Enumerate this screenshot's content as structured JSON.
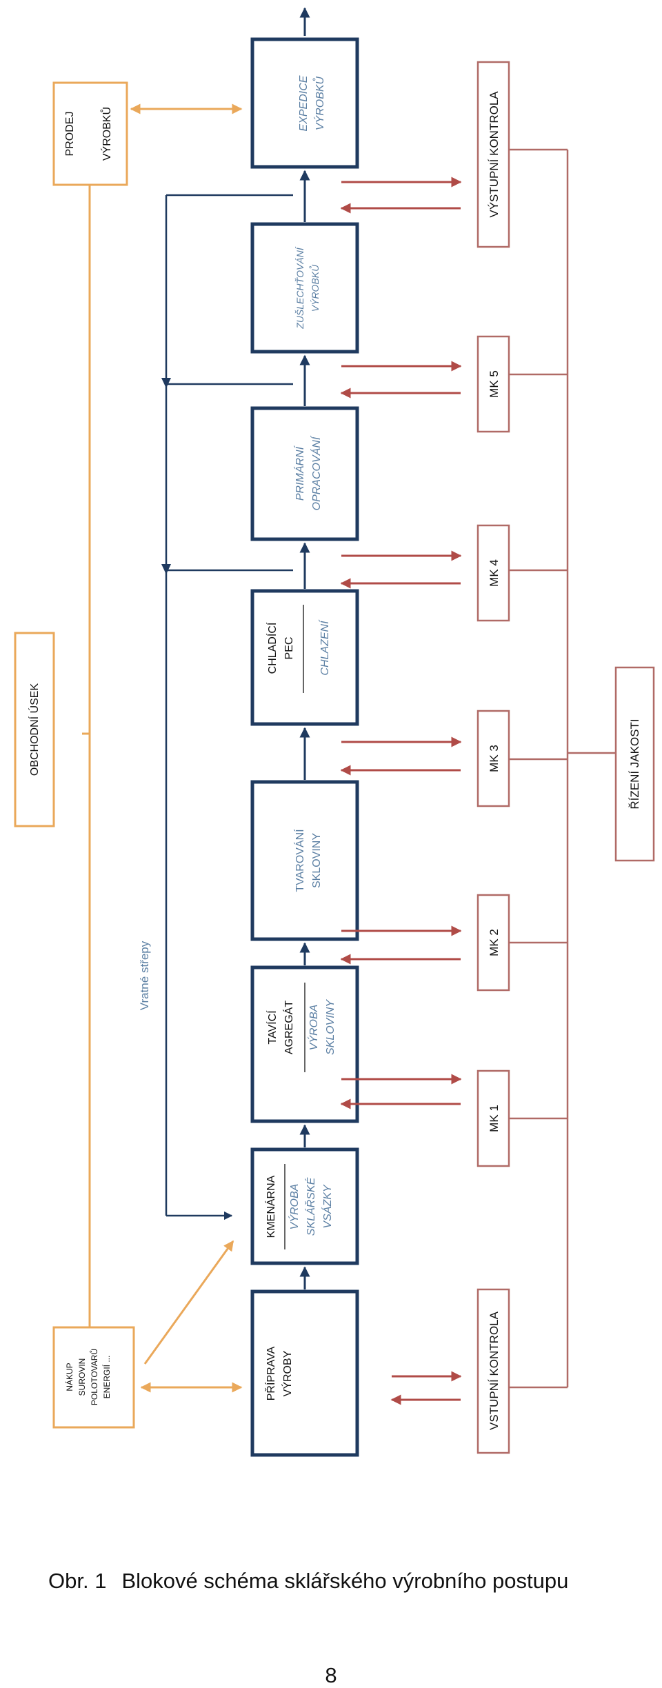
{
  "colors": {
    "process": "#1f3a5f",
    "blueText": "#5b7fa3",
    "orange": "#eaa85a",
    "red": "#b04b47",
    "quality": "#b06a66",
    "returnLine": "#1f3a5f"
  },
  "process_steps": [
    {
      "id": "priprava",
      "title": "PŘÍPRAVA VÝROBY",
      "subtitle": ""
    },
    {
      "id": "kmenarna",
      "title": "KMENÁRNA",
      "subtitle": "VÝROBA SKLÁŘSKÉ VSÁZKY"
    },
    {
      "id": "tavici",
      "title": "TAVÍCÍ AGREGÁT",
      "subtitle": "VÝROBA SKLOVINY"
    },
    {
      "id": "tvarovani",
      "title": "",
      "subtitle": "TVAROVÁNÍ SKLOVINY"
    },
    {
      "id": "chladici",
      "title": "CHLADÍCÍ PEC",
      "subtitle": "CHLAZENÍ"
    },
    {
      "id": "primarni",
      "title": "",
      "subtitle": "PRIMÁRNÍ OPRACOVÁNÍ"
    },
    {
      "id": "zuslechtovani",
      "title": "",
      "subtitle": "ZUŠLECHŤOVÁNÍ VÝROBKŮ"
    },
    {
      "id": "expedice",
      "title": "",
      "subtitle": "EXPEDICE VÝROBKŮ"
    }
  ],
  "quality_checks": [
    "VSTUPNÍ KONTROLA",
    "MK 1",
    "MK 2",
    "MK 3",
    "MK 4",
    "MK 5",
    "VÝSTUPNÍ KONTROLA"
  ],
  "quality_control": "ŘÍZENÍ JAKOSTI",
  "commercial": {
    "obchodni_usek": "OBCHODNÍ ÚSEK",
    "nakup": [
      "NÁKUP",
      "SUROVIN",
      "POLOTOVARŮ",
      "ENERGIÍ ..."
    ],
    "prodej": [
      "PRODEJ",
      "VÝROBKŮ"
    ]
  },
  "return_label": "Vratné střepy",
  "caption": {
    "number": "Obr. 1",
    "text": "Blokové schéma sklářského výrobního postupu"
  },
  "page_number": "8"
}
